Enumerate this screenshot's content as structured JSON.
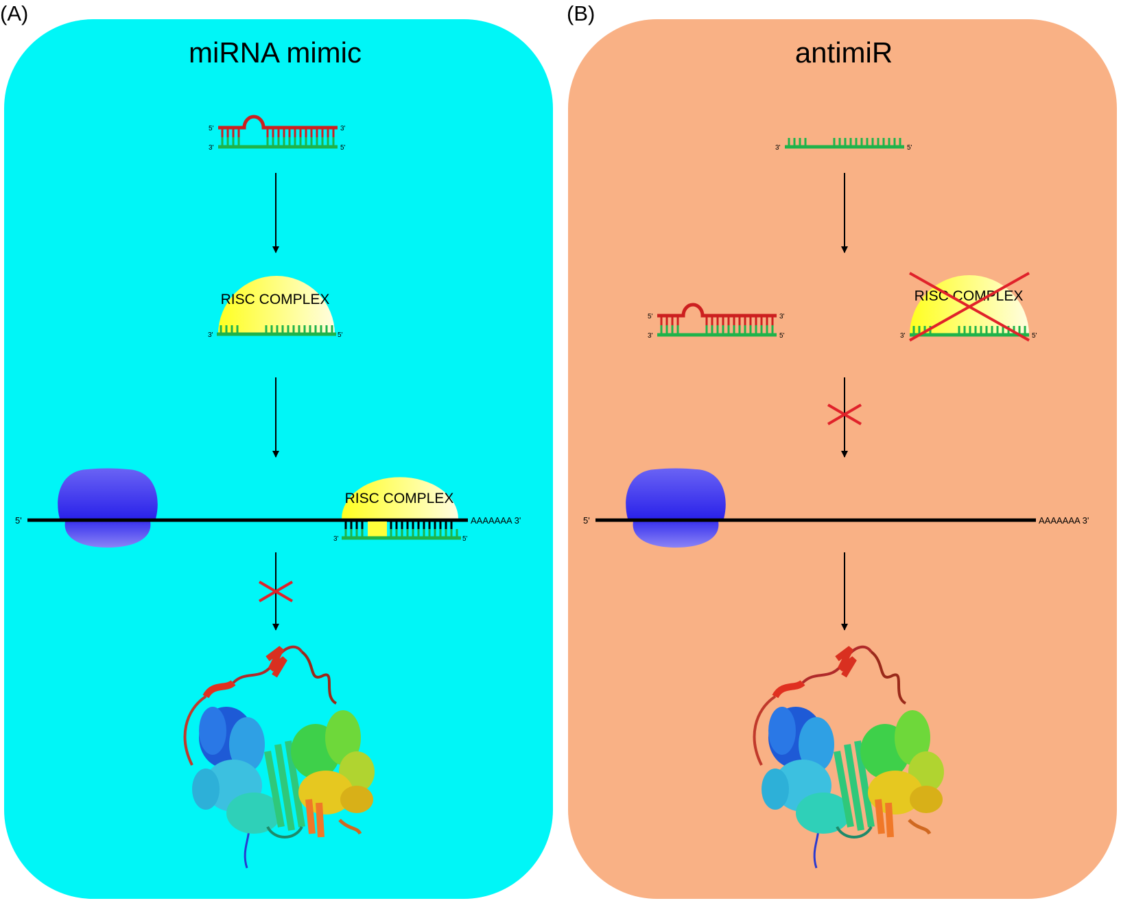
{
  "panel_a": {
    "letter": "(A)",
    "title": "miRNA mimic",
    "bg_color": "#00f6f7",
    "risc_label": "RISC COMPLEX",
    "risc_label_2": "RISC COMPLEX",
    "mrna_5": "5'",
    "mrna_3": "AAAAAAA  3'"
  },
  "panel_b": {
    "letter": "(B)",
    "title": "antimiR",
    "bg_color": "#f9b185",
    "risc_label": "RISC COMPLEX",
    "mrna_5": "5'",
    "mrna_3": "AAAAAAA  3'"
  },
  "ends": {
    "five": "5'",
    "three": "3'"
  },
  "colors": {
    "strand_red": "#cc1f1f",
    "strand_green": "#1fb34a",
    "arrow": "#000000",
    "block_x": "#e0222a",
    "ribosome": "#3a36f0",
    "risc_yellow": "#ffff3a"
  }
}
